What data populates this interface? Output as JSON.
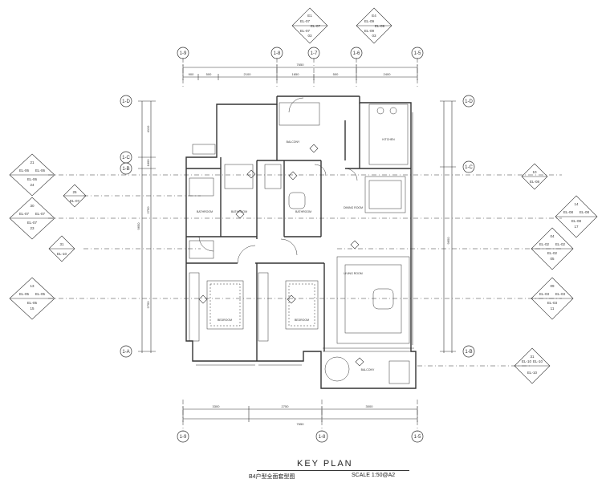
{
  "drawing": {
    "key_plan_title": "KEY PLAN",
    "subtitle": "B4户型全面套型图",
    "scale": "SCALE 1:50@A2"
  },
  "grid_labels": {
    "top": [
      "1-9",
      "1-8",
      "1-7",
      "1-6",
      "1-5"
    ],
    "bottom": [
      "1-9",
      "1-8",
      "1-5"
    ],
    "left": [
      "1-D",
      "1-C",
      "1-B",
      "1-A"
    ],
    "right": [
      "1-D",
      "1-C",
      "1-B"
    ]
  },
  "dimensions": {
    "top_total": "7650",
    "top_segments": [
      "900",
      "500",
      "2100",
      "1650",
      "500",
      "2400"
    ],
    "bottom_total": "7650",
    "bottom_segments": [
      "3300",
      "2750",
      "3000"
    ],
    "left_total": "9650",
    "left_segments": [
      "4110",
      "1800",
      "2750",
      "2750"
    ],
    "right_total": "9650"
  },
  "rooms": [
    {
      "id": "kitchen",
      "label": "KITCHEN"
    },
    {
      "id": "balcony",
      "label": "BALCONY"
    },
    {
      "id": "bath-a",
      "label": "BATHROOM"
    },
    {
      "id": "bath-b",
      "label": "BATHROOM"
    },
    {
      "id": "bath-c",
      "label": "BATHROOM"
    },
    {
      "id": "dining",
      "label": "DINING ROOM"
    },
    {
      "id": "living",
      "label": "LIVING ROOM"
    },
    {
      "id": "bedroom-1",
      "label": "BEDROOM"
    },
    {
      "id": "bedroom-2",
      "label": "BEDROOM"
    },
    {
      "id": "balcony-2",
      "label": "BALCONY"
    }
  ],
  "elevation_tags": {
    "t1": [
      "E1",
      "EL-07",
      "EL-07",
      "03",
      "EL-07"
    ],
    "t2": [
      "E4",
      "EL-09",
      "EL-09",
      "03",
      "EL-09"
    ],
    "l1": [
      "21",
      "EL-06",
      "EL-06",
      "24",
      "EL-06"
    ],
    "l2": [
      "30",
      "EL-07",
      "EL-07",
      "23",
      "EL-07"
    ],
    "l3": [
      "31",
      "EL-10"
    ],
    "l4": [
      "13",
      "EL-05",
      "EL-05",
      "15",
      "EL-05"
    ],
    "r1": [
      "10",
      "EL-08"
    ],
    "r2": [
      "14",
      "EL-08",
      "EL-08",
      "17",
      "EL-08"
    ],
    "r3": [
      "04",
      "EL-02",
      "EL-02",
      "05",
      "EL-02"
    ],
    "r4": [
      "09",
      "EL-03",
      "EL-03",
      "11",
      "EL-03"
    ],
    "r5": [
      "31",
      "EL-10",
      "EL-10",
      "EL-10"
    ],
    "mid": [
      "25",
      "EL-07"
    ]
  }
}
